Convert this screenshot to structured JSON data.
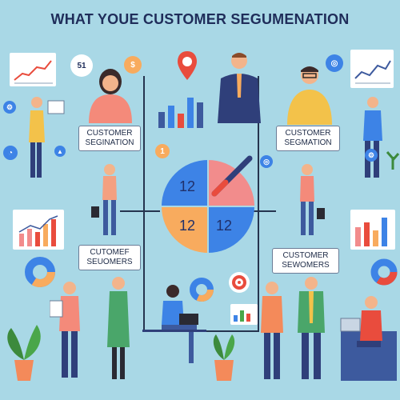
{
  "title": "WHAT YOUE CUSTOMER SEGUMENATION",
  "labels": {
    "top_left": [
      "CUSTOMER",
      "SEGINATION"
    ],
    "top_right": [
      "CUSTOMER",
      "SEGMATION"
    ],
    "bottom_left": [
      "CUTOMEF",
      "SEUOMERS"
    ],
    "bottom_right": [
      "CUSTOMER",
      "SEWOMERS"
    ]
  },
  "pie": {
    "quadrant_top_left": "12",
    "quadrant_bottom_left": "12",
    "quadrant_bottom_right": "12"
  },
  "chips": {
    "top_left_number": "51",
    "top_mid_currency": "$",
    "center_left_number": "1"
  },
  "colors": {
    "background": "#a9d8e6",
    "pie_blue": "#3d83e6",
    "pie_pink": "#f28c8c",
    "pie_orange": "#f8ab5e",
    "accent_red": "#e94c3d"
  }
}
